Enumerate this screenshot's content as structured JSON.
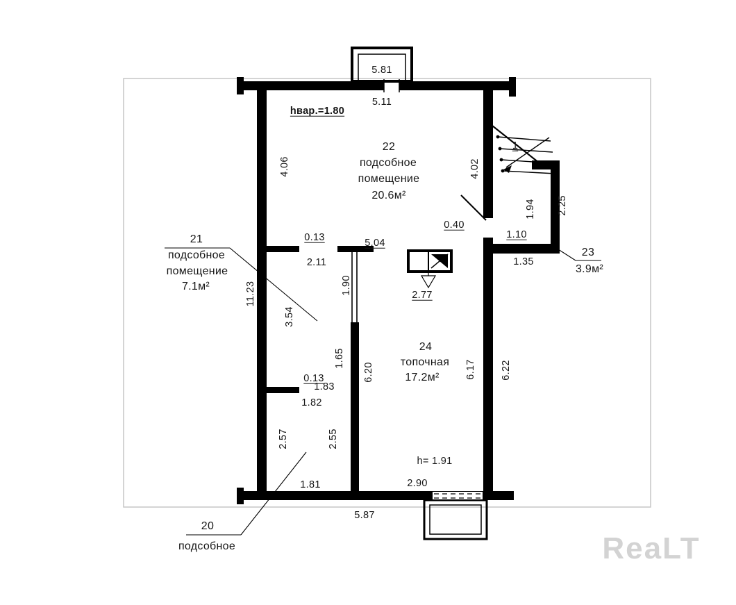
{
  "plan": {
    "watermark": "ReaLT",
    "notes": {
      "height_var": "hвар.=1.80",
      "height_bottom": "h= 1.91"
    },
    "stairs": {
      "label": "1"
    },
    "rooms": {
      "r20": {
        "number": "20",
        "name": "подсобное"
      },
      "r21": {
        "number": "21",
        "name1": "подсобное",
        "name2": "помещение",
        "area": "7.1м²"
      },
      "r22": {
        "number": "22",
        "name1": "подсобное",
        "name2": "помещение",
        "area": "20.6м²"
      },
      "r23": {
        "number": "23",
        "area": "3.9м²"
      },
      "r24": {
        "number": "24",
        "name": "топочная",
        "area": "17.2м²"
      }
    },
    "dims": {
      "chimney_top": "5.81",
      "top_inner": "5.11",
      "left_upper_inner": "4.06",
      "right_upper_402": "4.02",
      "left_total": "11.23",
      "stub21_thickness": "0.13",
      "stub21_length": "2.11",
      "t_wall_top": "5.04",
      "t_wall_drop": "1.90",
      "mid_left": "3.54",
      "gap_165": "1.65",
      "partition_620": "6.20",
      "stub2_thickness": "0.13",
      "stub2_183": "1.83",
      "stub2_182": "1.82",
      "lower_left_257": "2.57",
      "lower_mid_255": "2.55",
      "bottom_181": "1.81",
      "bottom_290": "2.90",
      "bottom_total": "5.87",
      "right_inner_617": "6.17",
      "right_outer_622": "6.22",
      "door_040": "0.40",
      "ext_110": "1.10",
      "ext_135": "1.35",
      "ext_225": "2.25",
      "ext_194": "1.94",
      "boiler_277": "2.77"
    }
  }
}
